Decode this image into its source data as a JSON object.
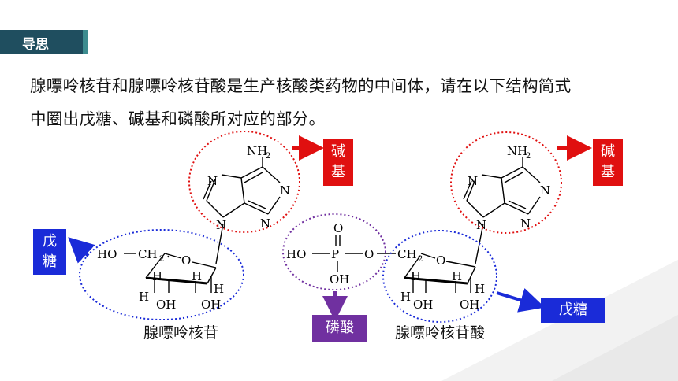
{
  "tag": {
    "label": "导思"
  },
  "intro": {
    "line1": "腺嘌呤核苷和腺嘌呤核苷酸是生产核酸类药物的中间体，请在以下结构简式",
    "line2": "中圈出戊糖、碱基和磷酸所对应的部分。"
  },
  "labels": {
    "base_left_1": "碱",
    "base_left_2": "基",
    "base_right_1": "碱",
    "base_right_2": "基",
    "pentose_left_1": "戊",
    "pentose_left_2": "糖",
    "pentose_right": "戊糖",
    "phosphate": "磷酸"
  },
  "captions": {
    "left": "腺嘌呤核苷",
    "right": "腺嘌呤核苷酸"
  },
  "atoms": {
    "N": "N",
    "NH": "NH",
    "sub2": "2",
    "HO": "HO",
    "CH": "CH",
    "O": "O",
    "H": "H",
    "OH": "OH",
    "P": "P"
  },
  "colors": {
    "tag_bg": "#1f4e5f",
    "tag_accent": "#3d8c8f",
    "red": "#e01010",
    "blue": "#1a2bd8",
    "purple": "#7030a0"
  }
}
